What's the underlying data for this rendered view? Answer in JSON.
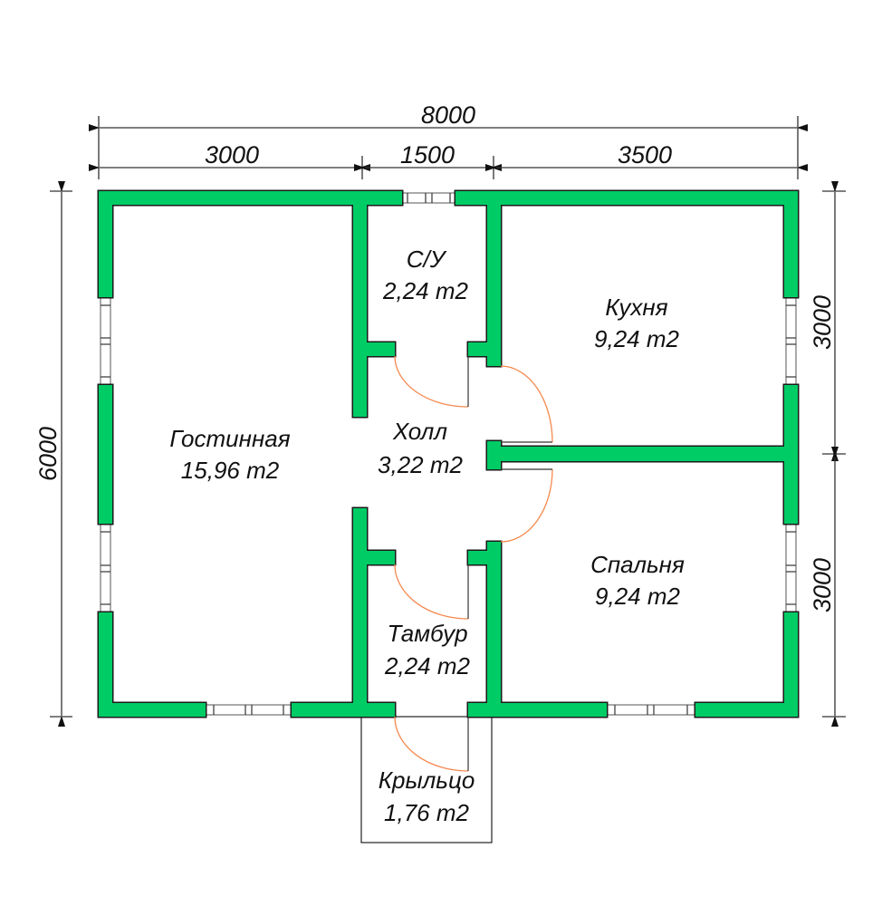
{
  "colors": {
    "wall": "#00cc66",
    "door_arc": "#f5894f"
  },
  "dimensions": {
    "total_width": "8000",
    "segment_1": "3000",
    "segment_2": "1500",
    "segment_3": "3500",
    "total_depth": "6000",
    "right_upper": "3000",
    "right_lower": "3000"
  },
  "rooms": {
    "bathroom": {
      "name": "С/У",
      "area": "2,24 m2"
    },
    "kitchen": {
      "name": "Кухня",
      "area": "9,24 m2"
    },
    "living": {
      "name": "Гостинная",
      "area": "15,96 m2"
    },
    "hall": {
      "name": "Холл",
      "area": "3,22 m2"
    },
    "bedroom": {
      "name": "Спальня",
      "area": "9,24 m2"
    },
    "vestibule": {
      "name": "Тамбур",
      "area": "2,24 m2"
    },
    "porch": {
      "name": "Крыльцо",
      "area": "1,76 m2"
    }
  }
}
